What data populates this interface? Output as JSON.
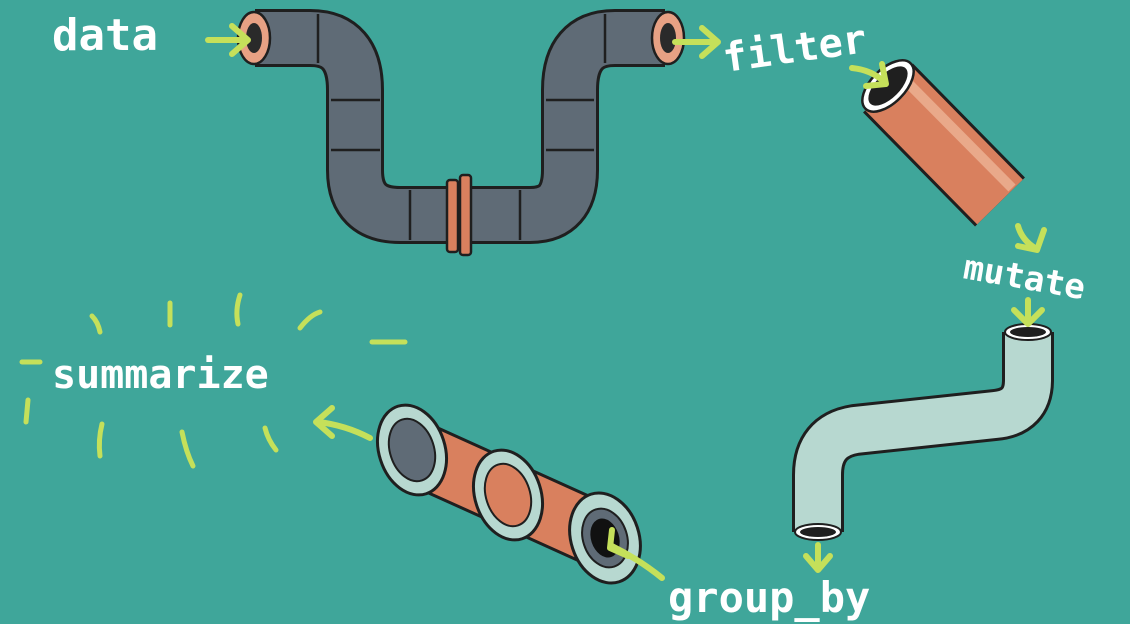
{
  "palette": {
    "background": "#3fa69a",
    "gray_pipe": "#5f6b76",
    "copper": "#d9805e",
    "pale_pipe": "#b7d8d0",
    "arrow": "#c5e05a",
    "outline": "#1f1f1f",
    "text": "#ffffff"
  },
  "steps": [
    {
      "id": "data",
      "label": "data"
    },
    {
      "id": "filter",
      "label": "filter"
    },
    {
      "id": "mutate",
      "label": "mutate"
    },
    {
      "id": "group_by",
      "label": "group_by"
    },
    {
      "id": "summarize",
      "label": "summarize"
    }
  ],
  "icons": [
    "gray-u-pipe-icon",
    "copper-pipe-icon",
    "pale-s-pipe-icon",
    "copper-spool-pipe-icon",
    "burst-lines-icon",
    "flow-arrow-icon"
  ]
}
